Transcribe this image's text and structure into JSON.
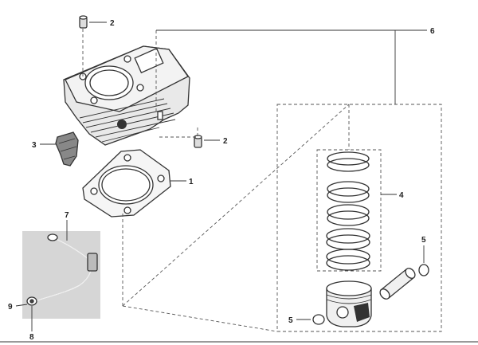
{
  "callouts": {
    "c1": "1",
    "c2a": "2",
    "c2b": "2",
    "c3": "3",
    "c4": "4",
    "c5a": "5",
    "c5b": "5",
    "c6": "6",
    "c7": "7",
    "c8": "8",
    "c9": "9"
  },
  "colors": {
    "line": "#333333",
    "inset_background": "#d6d6d6",
    "dashed_frame": "#555555"
  },
  "parts": {
    "cylinder": "cylinder-block",
    "dowel_pins": "dowel-pin",
    "guide": "chain-guide",
    "gasket": "cylinder-gasket",
    "piston_rings": "piston-ring-set",
    "circlips": "piston-pin-clip",
    "piston_pin": "piston-pin",
    "piston": "piston",
    "oil_pipe": "oil-pipe"
  }
}
